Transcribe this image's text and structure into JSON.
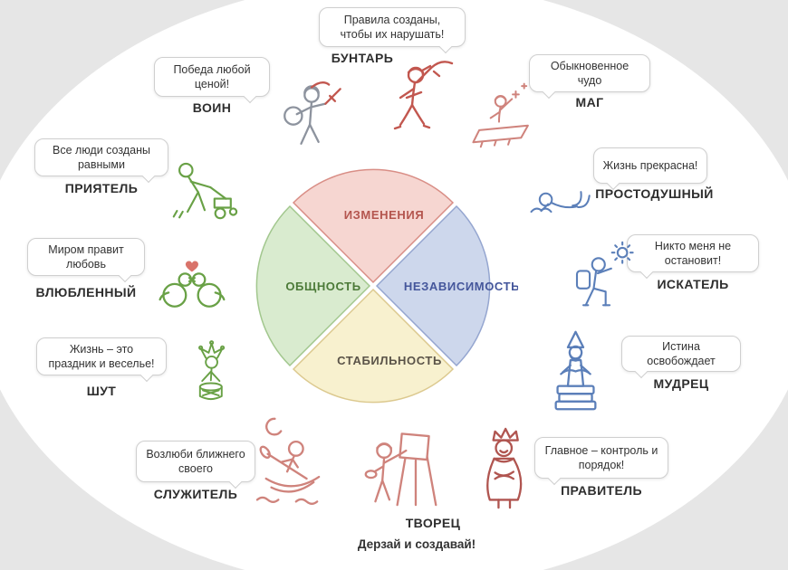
{
  "wheel": {
    "segments": [
      {
        "label": "ИЗМЕНЕНИЯ",
        "fill": "#f6d6d1",
        "stroke": "#d98e86",
        "text_color": "#b4554e"
      },
      {
        "label": "НЕЗАВИСИМОСТЬ",
        "fill": "#cdd7ec",
        "stroke": "#95a6d0",
        "text_color": "#44569b"
      },
      {
        "label": "СТАБИЛЬНОСТЬ",
        "fill": "#f8f1cf",
        "stroke": "#dcc98f",
        "text_color": "#5a5348"
      },
      {
        "label": "ОБЩНОСТЬ",
        "fill": "#d9ebcf",
        "stroke": "#a2c78e",
        "text_color": "#4c7a38"
      }
    ]
  },
  "archetypes": [
    {
      "id": "rebel",
      "name": "БУНТАРЬ",
      "quote": "Правила созданы, чтобы их нарушать!"
    },
    {
      "id": "warrior",
      "name": "ВОИН",
      "quote": "Победа любой ценой!"
    },
    {
      "id": "magician",
      "name": "МАГ",
      "quote": "Обыкновенное чудо"
    },
    {
      "id": "friend",
      "name": "ПРИЯТЕЛЬ",
      "quote": "Все люди созданы равными"
    },
    {
      "id": "innocent",
      "name": "ПРОСТОДУШНЫЙ",
      "quote": "Жизнь прекрасна!"
    },
    {
      "id": "lover",
      "name": "ВЛЮБЛЕННЫЙ",
      "quote": "Миром правит любовь"
    },
    {
      "id": "seeker",
      "name": "ИСКАТЕЛЬ",
      "quote": "Никто меня не остановит!"
    },
    {
      "id": "jester",
      "name": "ШУТ",
      "quote": "Жизнь – это праздник и веселье!"
    },
    {
      "id": "sage",
      "name": "МУДРЕЦ",
      "quote": "Истина освобождает"
    },
    {
      "id": "caregiver",
      "name": "СЛУЖИТЕЛЬ",
      "quote": "Возлюби ближнего своего"
    },
    {
      "id": "creator",
      "name": "ТВОРЕЦ",
      "quote": "Дерзай и создавай!"
    },
    {
      "id": "ruler",
      "name": "ПРАВИТЕЛЬ",
      "quote": "Главное – контроль и порядок!"
    }
  ]
}
